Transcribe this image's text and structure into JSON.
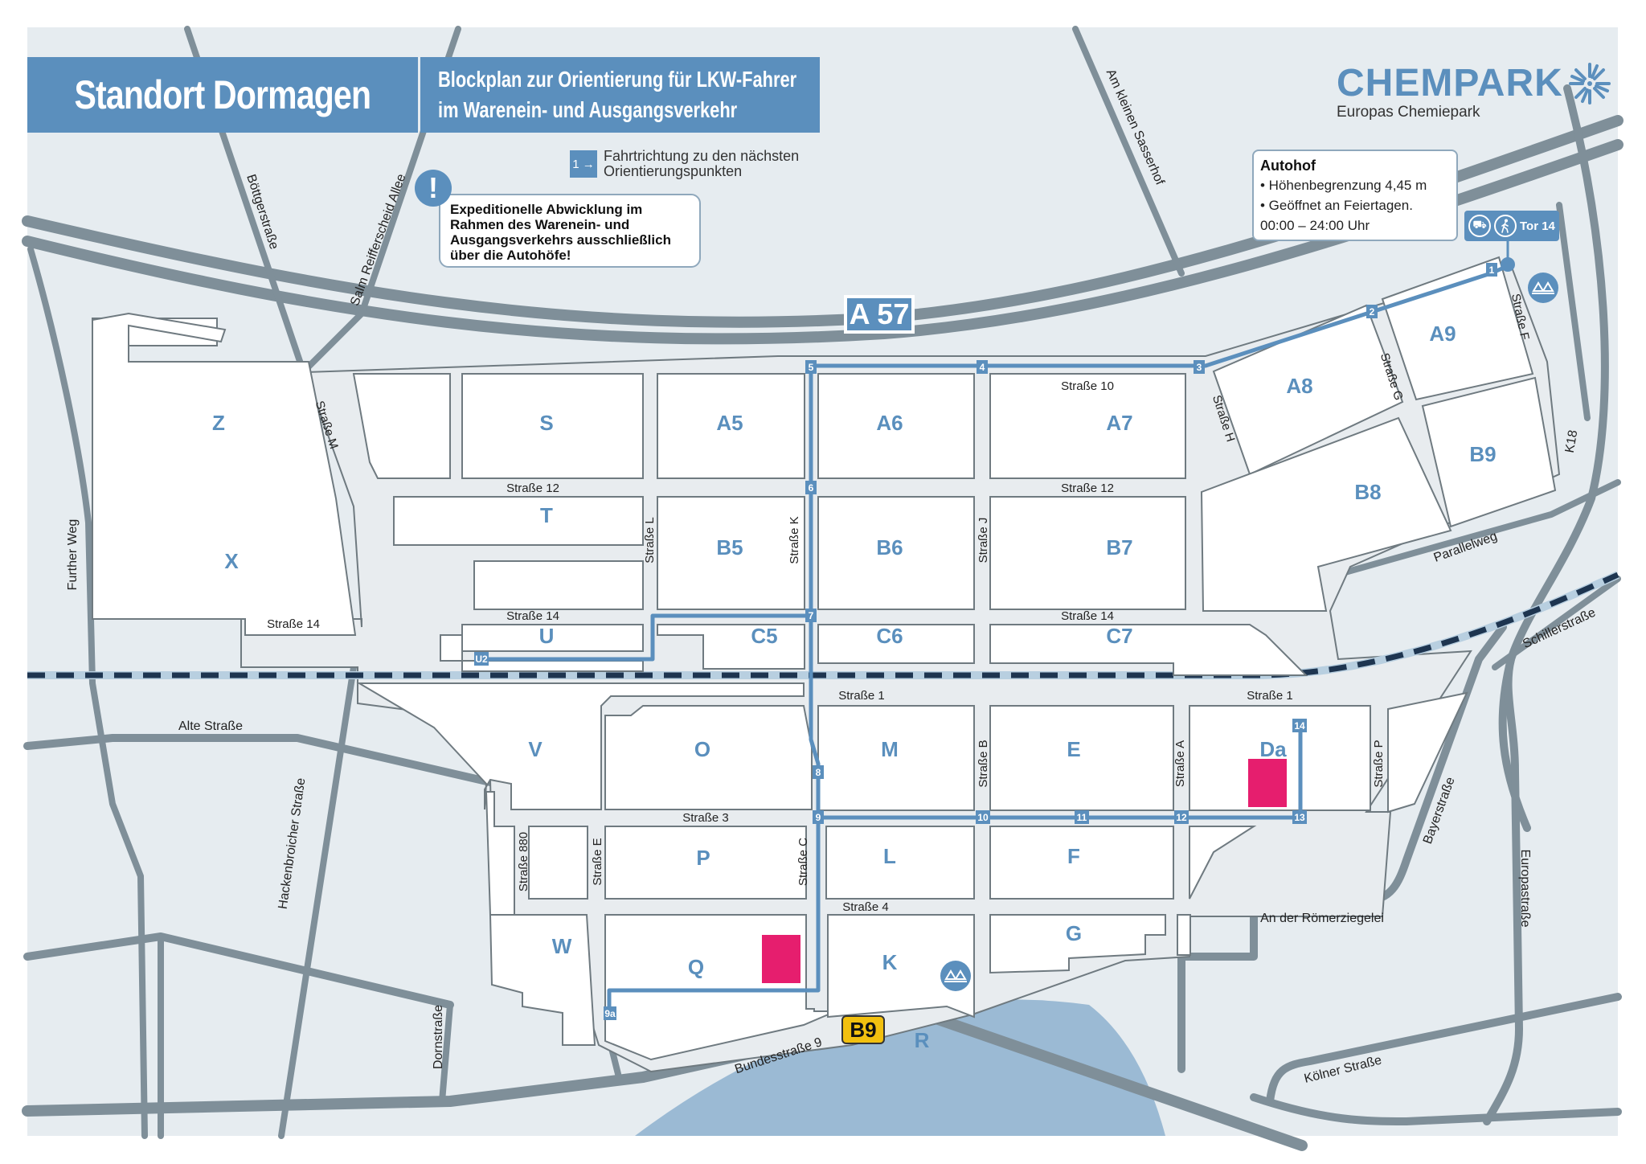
{
  "header": {
    "title": "Standort Dormagen",
    "subtitle_line1": "Blockplan zur Orientierung für LKW-Fahrer",
    "subtitle_line2": "im Warenein- und Ausgangsverkehr"
  },
  "logo": {
    "brand": "CHEMPARK",
    "tagline": "Europas Chemiepark",
    "icon": "starburst-icon"
  },
  "legend": {
    "icon_label": "1 →",
    "line1": "Fahrtrichtung zu den nächsten",
    "line2": "Orientierungspunkten"
  },
  "notice": {
    "icon": "!",
    "lines": [
      "Expeditionelle Abwicklung im",
      "Rahmen des Warenein- und",
      "Ausgangsverkehrs ausschließlich",
      "über die Autohöfe!"
    ]
  },
  "autohof": {
    "title": "Autohof",
    "lines": [
      "• Höhenbegrenzung 4,45 m",
      "• Geöffnet an Feiertagen.",
      "00:00 – 24:00 Uhr"
    ]
  },
  "gate": {
    "truck_icon": "⛟",
    "pedestrian_icon": "🚶",
    "label": "Tor 14"
  },
  "shields": {
    "motorway": "A 57",
    "federal_road": "B9"
  },
  "blocks": {
    "Z": "Z",
    "X": "X",
    "S": "S",
    "A5": "A5",
    "A6": "A6",
    "A7": "A7",
    "A8": "A8",
    "A9": "A9",
    "T": "T",
    "B5": "B5",
    "B6": "B6",
    "B7": "B7",
    "B8": "B8",
    "B9": "B9",
    "U": "U",
    "C5": "C5",
    "C6": "C6",
    "C7": "C7",
    "V": "V",
    "O": "O",
    "M": "M",
    "E": "E",
    "Da": "Da",
    "P": "P",
    "L": "L",
    "F": "F",
    "W": "W",
    "Q": "Q",
    "K": "K",
    "G": "G",
    "R": "R"
  },
  "internal_streets": {
    "s10": "Straße 10",
    "s12a": "Straße 12",
    "s12b": "Straße 12",
    "s14a": "Straße 14",
    "s14b": "Straße 14",
    "s14c": "Straße 14",
    "s1a": "Straße 1",
    "s1b": "Straße 1",
    "s3": "Straße 3",
    "s4": "Straße 4",
    "sM": "Straße M",
    "sL": "Straße L",
    "sK": "Straße K",
    "sJ": "Straße J",
    "sH": "Straße H",
    "sG": "Straße G",
    "sF": "Straße F",
    "sB": "Straße B",
    "sA": "Straße A",
    "sP": "Straße P",
    "sC": "Straße C",
    "sE": "Straße E",
    "s880": "Straße 880"
  },
  "outer_roads": {
    "boettger": "Böttgerstraße",
    "salm": "Salm Reifferscheid Allee",
    "sasserhof": "Am kleinen Sasserhof",
    "further": "Further Weg",
    "alte": "Alte Straße",
    "hackenbroicher": "Hackenbroicher Straße",
    "dorn": "Dornstraße",
    "bundes": "Bundesstraße 9",
    "roemer": "An der Römerziegelei",
    "koelner": "Kölner Straße",
    "europa": "Europastraße",
    "bayer": "Bayerstraße",
    "schiller": "Schillerstraße",
    "parallel": "Parallelweg",
    "k18": "K18"
  },
  "route_markers": [
    "1",
    "2",
    "3",
    "4",
    "5",
    "6",
    "7",
    "8",
    "9",
    "9a",
    "10",
    "11",
    "12",
    "13",
    "14",
    "U2"
  ],
  "colors": {
    "primary_blue": "#5b8fbd",
    "road_gray": "#7f8f99",
    "background": "#e6ecf0",
    "destination_pink": "#e61e6e",
    "b9_yellow": "#f2c00f",
    "rail_dark": "#1e3550"
  }
}
